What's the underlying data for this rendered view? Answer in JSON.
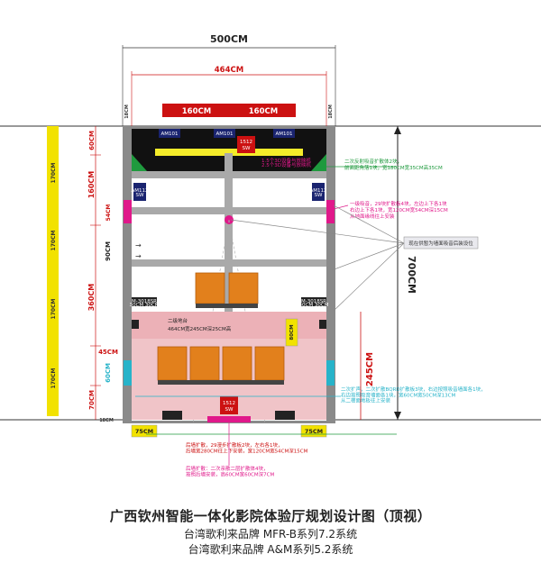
{
  "dims": {
    "total_width": "500CM",
    "inner_width": "464CM",
    "screen_left": "160CM",
    "screen_right": "160CM",
    "total_length": "700CM",
    "rear_zone": "245CM",
    "left_60": "60CM",
    "left_160": "160CM",
    "left_54": "54CM",
    "left_90": "90CM",
    "left_360": "360CM",
    "left_45": "45CM",
    "left_60b": "60CM",
    "left_70": "70CM",
    "left_18_top": "18CM",
    "left_18_bottom": "18CM",
    "right_18": "18CM",
    "right_80": "80CM",
    "bottom_75_left": "75CM",
    "bottom_75_right": "75CM",
    "yellow_170": [
      "170CM",
      "170CM",
      "170CM",
      "170CM"
    ]
  },
  "equipment": {
    "am_top_left": "AM101",
    "am_top_center": "AM101",
    "am_top_right": "AM101",
    "am_side_left": "AM112\nSW",
    "am_side_right": "AM112\nSW",
    "sub_top_line1": "1512",
    "sub_top_line2": "SW",
    "sub_bottom_line1": "1512",
    "sub_bottom_line2": "SW",
    "mid_left_speaker": "M-3018SR\n30CM 30CM",
    "mid_right_speaker": "M-3018SR\n30CM 30CM",
    "screen_note": "1.5个3D设备与放映机\n2.5个3D设备与放映机"
  },
  "annotations": {
    "riser_label": "二级地台",
    "riser_size": "464CM宽245CM深25CM高",
    "note_top_right": "二次反射吸音扩散体2块，\n前面距角落1块，宽180CM宽35CM高35CM",
    "note_mid_right": "一级吸音，29块扩散板4块，左边上下各1块\n右边上下各1块，宽120CM宽54CM深15CM\n从地面缘线往上安装",
    "callout_box": "现在供暂为墙面吸音后装设位",
    "note_bottom_right": "二次扩声，二次扩散BQRD扩散板3块，右边按照吸音墙面各1块，\n右边按照吸音墙面各1块，宽60CM宽50CM深13CM\n从二楼面地板往上安装",
    "note_bottom_center": "后墙扩散，29漫步扩散板2块，左右各1块，\n后墙宽280CM往上下安装，宽120CM宽54CM深15CM",
    "note_bottom_low": "后墙扩散：二次亲散二层扩散体4块，\n按照后墙安装，高60CM宽60CM深7CM"
  },
  "caption": {
    "title": "广西钦州智能一体化影院体验厅规划设计图（顶视）",
    "subtitle1": "台湾歌利来品牌  MFR-B系列7.2系统",
    "subtitle2": "台湾歌利来品牌  A&M系列5.2系统"
  },
  "colors": {
    "wall": "#8a8a8a",
    "beam": "#a9a9a9",
    "screen": "#cc1111",
    "seat": "#e2801c",
    "riser": "#f0c4c8",
    "yellow": "#f2e200",
    "magenta": "#e0188a",
    "cyan": "#27b3c9",
    "green": "#1f9a3e",
    "dim_red": "#cc1111"
  }
}
